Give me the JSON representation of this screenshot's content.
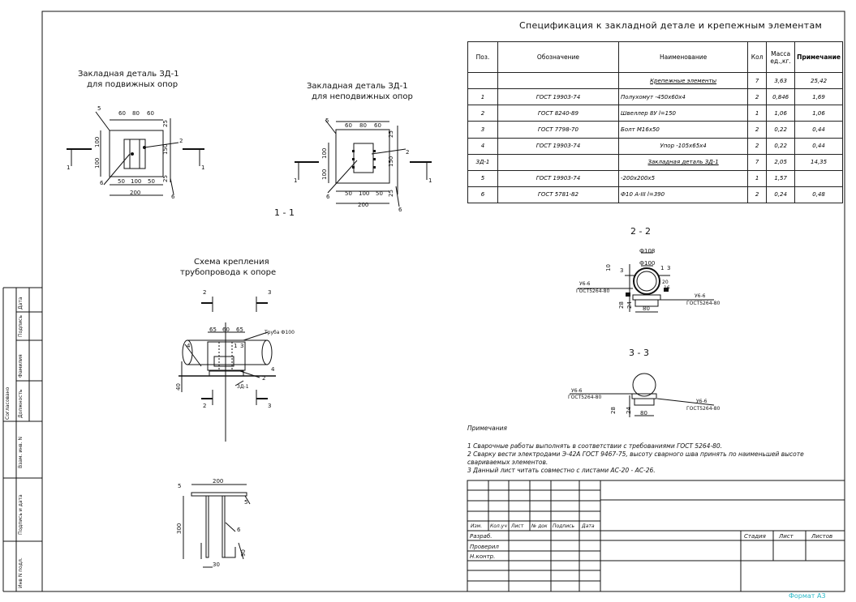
{
  "spec": {
    "title": "Спецификация к закладной детале и крепежным элементам",
    "headers": [
      "Поз.",
      "Обозначение",
      "Наименование",
      "Кол",
      "Масса ед.,кг.",
      "Примечание"
    ],
    "rows": [
      {
        "pos": "",
        "doc": "",
        "name": "Крепежные элементы",
        "qty": "7",
        "mass": "3,63",
        "note": "25,42"
      },
      {
        "pos": "1",
        "doc": "ГОСТ 19903-74",
        "name": "Полухомут -450х60х4",
        "qty": "2",
        "mass": "0,846",
        "note": "1,69"
      },
      {
        "pos": "2",
        "doc": "ГОСТ 8240-89",
        "name": "Швеллер 8У l=150",
        "qty": "1",
        "mass": "1,06",
        "note": "1,06"
      },
      {
        "pos": "3",
        "doc": "ГОСТ 7798-70",
        "name": "Болт М16х50",
        "qty": "2",
        "mass": "0,22",
        "note": "0,44"
      },
      {
        "pos": "4",
        "doc": "ГОСТ 19903-74",
        "name": "Упор -105х65х4",
        "qty": "2",
        "mass": "0,22",
        "note": "0,44"
      },
      {
        "pos": "ЗД-1",
        "doc": "",
        "name": "Закладная деталь ЗД-1",
        "qty": "7",
        "mass": "2,05",
        "note": "14,35"
      },
      {
        "pos": "5",
        "doc": "ГОСТ 19903-74",
        "name": "-200х200х5",
        "qty": "1",
        "mass": "1,57",
        "note": ""
      },
      {
        "pos": "6",
        "doc": "ГОСТ 5781-82",
        "name": "Ф10 A-III l=390",
        "qty": "2",
        "mass": "0,24",
        "note": "0,48"
      }
    ]
  },
  "drawings": {
    "zd_movable_title_1": "Закладная деталь ЗД-1",
    "zd_movable_title_2": "для подвижных опор",
    "zd_fixed_title_1": "Закладная деталь ЗД-1",
    "zd_fixed_title_2": "для неподвижных опор",
    "section_1_1": "1 - 1",
    "scheme_title_1": "Схема крепления",
    "scheme_title_2": "трубопровода к опоре",
    "section_2_2": "2 - 2",
    "section_3_3": "3 - 3",
    "pipe_label": "Труба Ф100",
    "zd_label": "ЗД-1",
    "dims": {
      "d60": "60",
      "d80": "80",
      "d50": "50",
      "d100": "100",
      "d200": "200",
      "d150": "150",
      "d25": "25",
      "d65": "65",
      "d40": "40",
      "d300": "300",
      "d90": "90",
      "d30": "30",
      "d108": "Ф108",
      "d100c": "Ф100",
      "d10": "10",
      "d20": "20",
      "d28": "28",
      "d24": "24",
      "d16": "16"
    },
    "marks": {
      "m1": "1",
      "m2": "2",
      "m3": "3",
      "m4": "4",
      "m5": "5",
      "m6": "6"
    },
    "weld": {
      "code": "У6-6",
      "std": "ГОСТ5264-80"
    }
  },
  "notes": {
    "title": "Примечания",
    "items": [
      "1 Сварочные работы выполнять в соответствии с требованиями ГОСТ 5264-80.",
      "2 Сварку вести электродами Э-42А ГОСТ 9467-75, высоту сварного шва принять по наименьшей высоте",
      "свариваемых элементов.",
      "3 Данный лист читать совместно с листами АС-20 - АС-26."
    ]
  },
  "stamp": {
    "cols": [
      "Изм.",
      "Кол.уч",
      "Лист",
      "№ док",
      "Подпись",
      "Дата"
    ],
    "rows": [
      "Разраб.",
      "Проверил",
      "Н.контр."
    ],
    "right": [
      "Стадия",
      "Лист",
      "Листов"
    ]
  },
  "side": {
    "agreed": "Согласовано",
    "fields": [
      "Должность",
      "Фамилия",
      "Подпись",
      "Дата"
    ],
    "vzam": "Взам. инв. N",
    "podp_data": "Подпись и дата",
    "inv_podl": "Инв N подл."
  },
  "format": "Формат А3"
}
